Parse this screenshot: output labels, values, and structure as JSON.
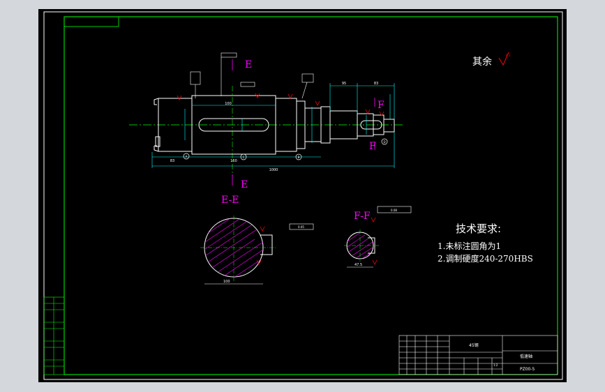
{
  "colors": {
    "background": "#000000",
    "border": "#00ff00",
    "outline": "#ffffff",
    "dimension": "#00ffff",
    "centerline": "#00ff00",
    "section_label": "#ff00ff",
    "roughness": "#ff0000",
    "hatch": "#ff00ff",
    "page_bg": "#d4d8dd"
  },
  "labels": {
    "remaining_roughness": "其余",
    "roughness_value": "6.3",
    "section_e_upper": "E",
    "section_e_lower": "E",
    "section_e_title": "E-E",
    "section_f_mark": "F",
    "section_f_mark_lower": "F",
    "section_f_title": "F-F",
    "datum_a": "A",
    "datum_b": "B",
    "datum_c": "C",
    "datum_d": "D"
  },
  "dimensions": {
    "key_width": "100",
    "length_left": "83",
    "length_mid": "160",
    "total_length": "1000",
    "shoulder_1": "95",
    "shoulder_2": "83",
    "e_section_width": "100",
    "e_tol": "0.05",
    "f_section_width": "47.5",
    "f_tol": "0.08"
  },
  "tech_requirements": {
    "title": "技术要求:",
    "items": [
      "1.未标注圆角为1",
      "2.调制硬度240-270HBS"
    ]
  },
  "title_block": {
    "material": "45钢",
    "part_name": "低速轴",
    "drawing_no": "PZ00-5",
    "scale": "1:2"
  }
}
